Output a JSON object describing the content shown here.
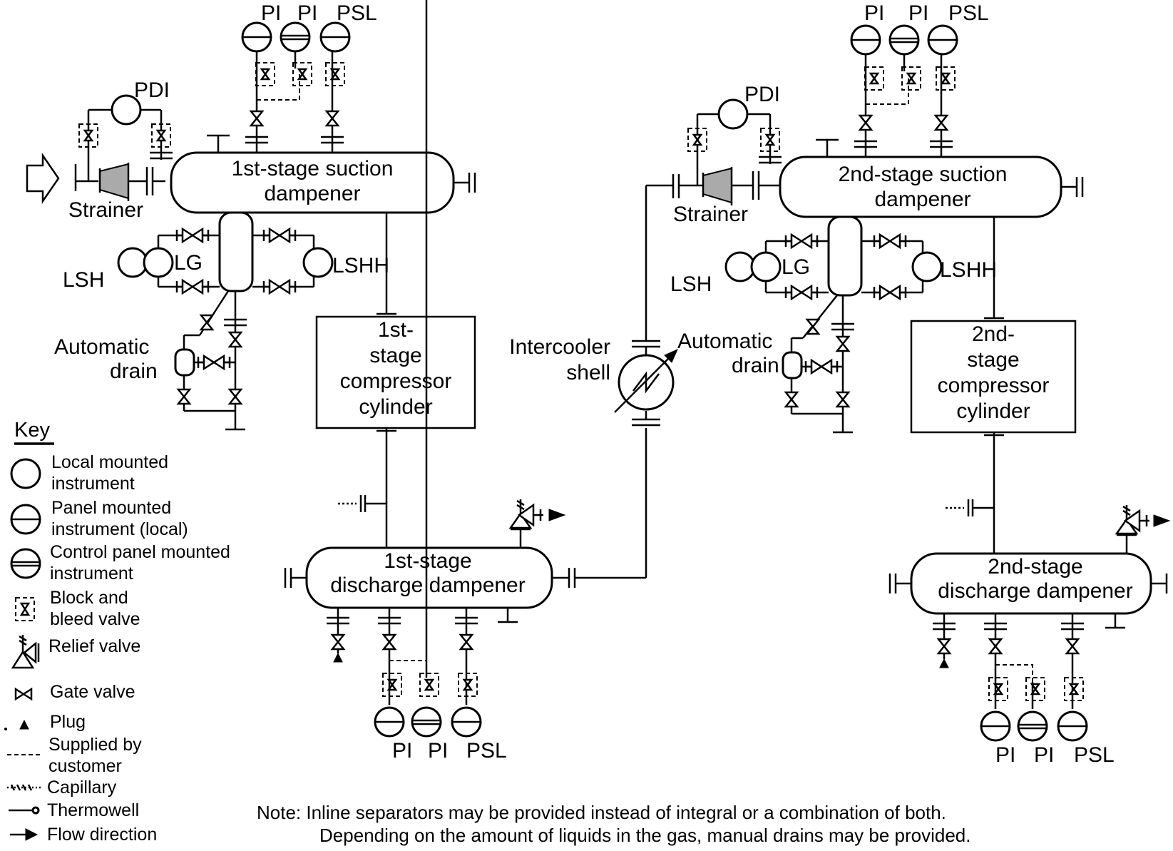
{
  "labels": {
    "stage1": {
      "pi_a": "PI",
      "pi_b": "PI",
      "psl": "PSL",
      "pdi": "PDI",
      "strainer": "Strainer",
      "lsh": "LSH",
      "lg": "LG",
      "lshh": "LSHH",
      "auto_drain": [
        "Automatic",
        "drain"
      ],
      "suction": [
        "1st-stage suction",
        "dampener"
      ],
      "cylinder": [
        "1st-",
        "stage",
        "compressor",
        "cylinder"
      ],
      "discharge": [
        "1st-stage",
        "discharge dampener"
      ],
      "bottom_pi_a": "PI",
      "bottom_pi_b": "PI",
      "bottom_psl": "PSL"
    },
    "stage2": {
      "pi_a": "PI",
      "pi_b": "PI",
      "psl": "PSL",
      "pdi": "PDI",
      "strainer": "Strainer",
      "lsh": "LSH",
      "lg": "LG",
      "lshh": "LSHH",
      "auto_drain": [
        "Automatic",
        "drain"
      ],
      "suction": [
        "2nd-stage suction",
        "dampener"
      ],
      "cylinder": [
        "2nd-",
        "stage",
        "compressor",
        "cylinder"
      ],
      "discharge": [
        "2nd-stage",
        "discharge dampener"
      ],
      "bottom_pi_a": "PI",
      "bottom_pi_b": "PI",
      "bottom_psl": "PSL"
    },
    "intercooler": [
      "Intercooler",
      "shell"
    ]
  },
  "key": {
    "title": "Key",
    "items": [
      {
        "lines": [
          "Local mounted",
          "instrument"
        ],
        "icon": "local-instrument-icon"
      },
      {
        "lines": [
          "Panel mounted",
          "instrument (local)"
        ],
        "icon": "panel-instrument-icon"
      },
      {
        "lines": [
          "Control panel mounted",
          "instrument"
        ],
        "icon": "control-panel-instrument-icon"
      },
      {
        "lines": [
          "Block and",
          "bleed valve"
        ],
        "icon": "block-bleed-valve-icon"
      },
      {
        "lines": [
          "Relief valve"
        ],
        "icon": "relief-valve-icon"
      },
      {
        "lines": [
          "Gate valve"
        ],
        "icon": "gate-valve-icon"
      },
      {
        "lines": [
          "Plug"
        ],
        "icon": "plug-icon"
      },
      {
        "lines": [
          "Supplied by",
          "customer"
        ],
        "icon": "dashed-line-icon"
      },
      {
        "lines": [
          "Capillary"
        ],
        "icon": "capillary-icon"
      },
      {
        "lines": [
          "Thermowell"
        ],
        "icon": "thermowell-icon"
      },
      {
        "lines": [
          "Flow direction"
        ],
        "icon": "arrow-icon"
      }
    ]
  },
  "note": {
    "line1": "Note: Inline separators may be provided instead of integral or a combination of both.",
    "line2": "Depending on the amount of liquids in the gas, manual drains may be provided."
  }
}
